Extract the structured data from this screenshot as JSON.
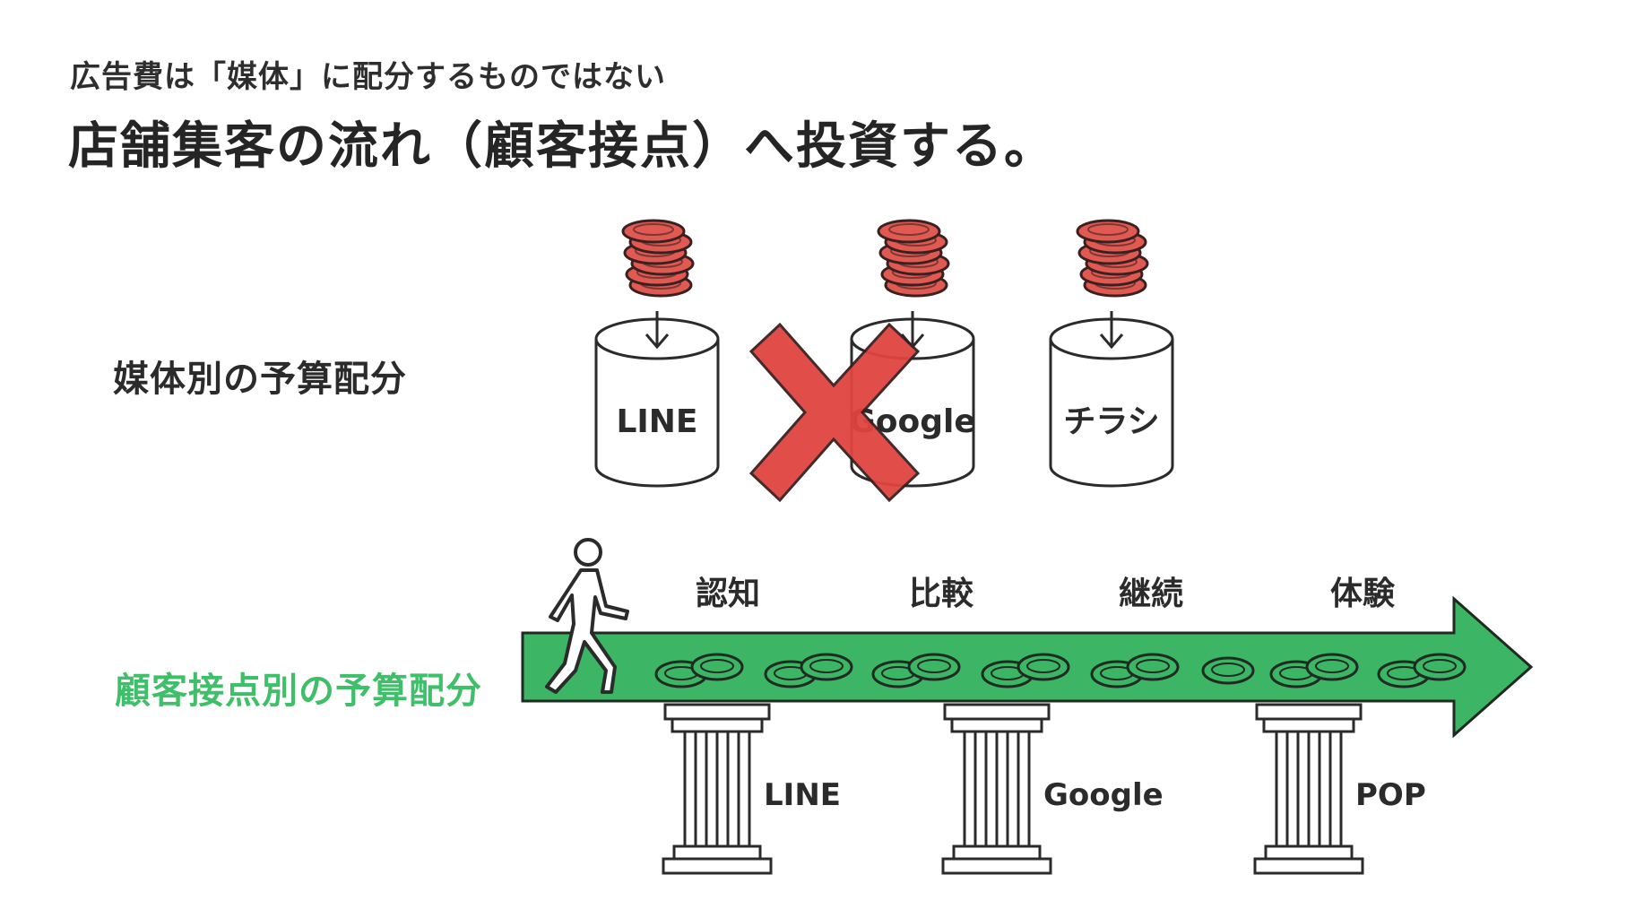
{
  "header": {
    "subtitle": "広告費は「媒体」に配分するものではない",
    "title": "店舗集客の流れ（顧客接点）へ投資する。"
  },
  "top_section": {
    "label": "媒体別の予算配分",
    "cylinders": [
      "LINE",
      "Google",
      "チラシ"
    ],
    "crossed_out": true
  },
  "bottom_section": {
    "label": "顧客接点別の予算配分",
    "stages": [
      "認知",
      "比較",
      "継続",
      "体験"
    ],
    "pillars": [
      "LINE",
      "Google",
      "POP"
    ]
  },
  "colors": {
    "accent_green": "#3fbf6a",
    "arrow_fill": "#3cb565",
    "coin_red": "#e05a52",
    "cross_red": "#e0443f"
  },
  "icons": [
    "coin-stack-icon",
    "down-arrow-icon",
    "walking-person-icon",
    "pillar-icon",
    "cross-mark-icon"
  ]
}
